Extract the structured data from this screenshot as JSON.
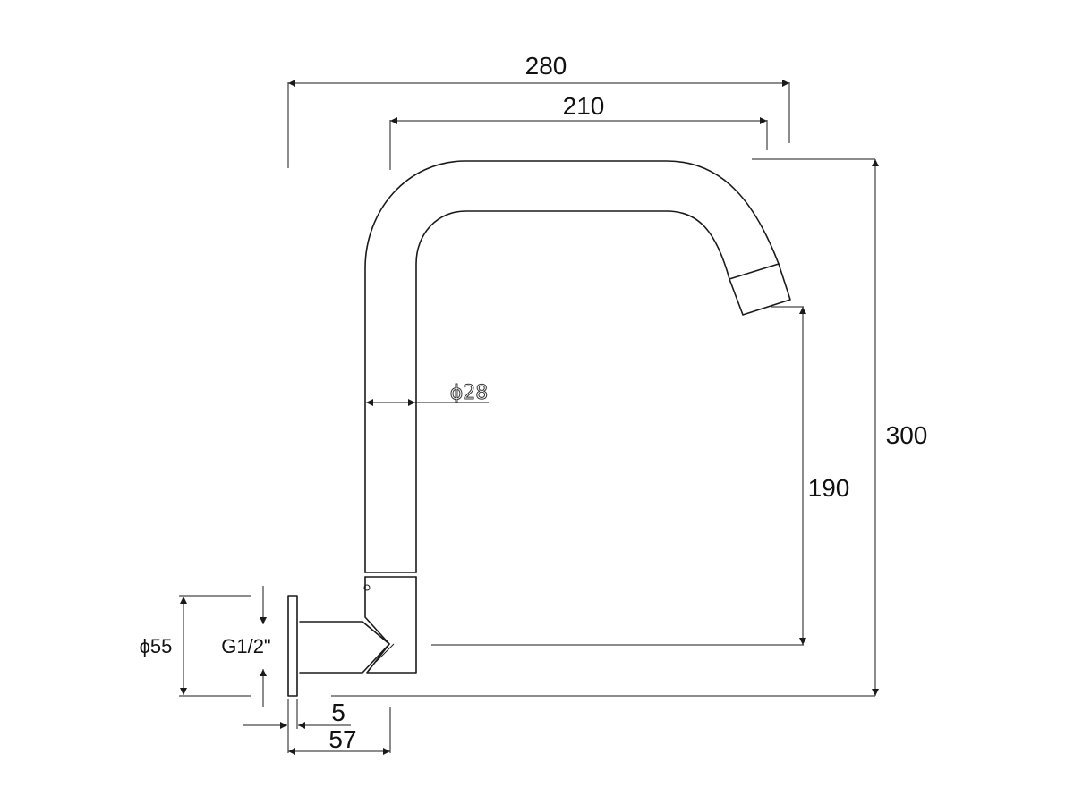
{
  "dimensions": {
    "overall_width": "280",
    "inner_width": "210",
    "total_height": "300",
    "spout_height": "190",
    "pipe_diameter": "ϕ28",
    "flange_diameter": "ϕ55",
    "thread": "G1/2\"",
    "flange_thickness": "5",
    "base_length": "57"
  }
}
